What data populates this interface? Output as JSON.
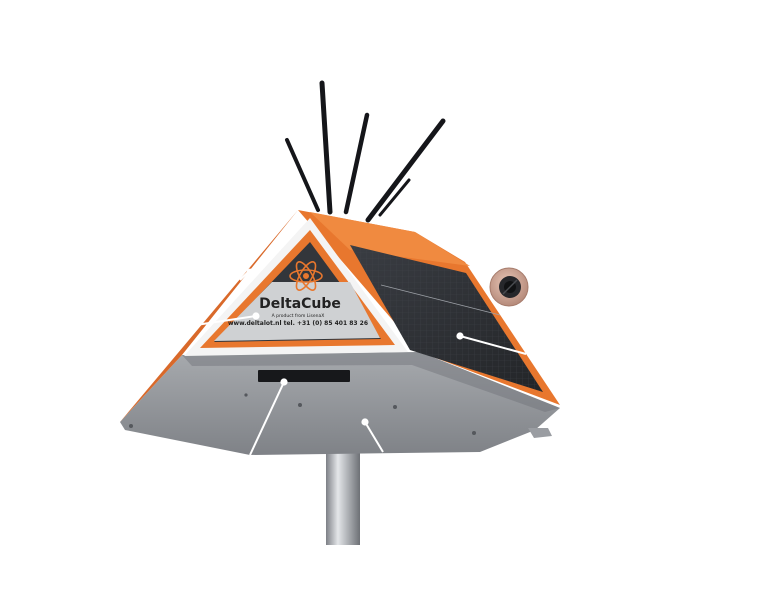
{
  "product": {
    "brand_name": "DeltaCube",
    "tagline": "A product from LisenaX",
    "contact_line": "www.deltalot.nl tel. +31 (0) 85 401 83 26"
  },
  "colors": {
    "accent_orange": "#e8772e",
    "panel_dark": "#2f3136",
    "base_gray": "#8e9196",
    "callout_line": "#ffffff"
  },
  "icons": {
    "logo": "atom-icon",
    "detail_inset": "connector-icon"
  }
}
